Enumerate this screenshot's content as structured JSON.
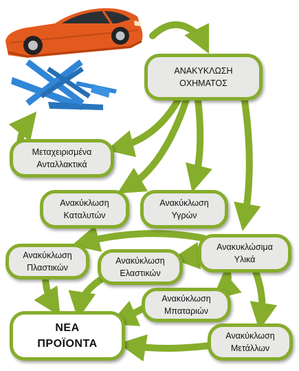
{
  "nodes": {
    "recycling": "ΑΝΑΚΥΚΛΩΣΗ\nΟΧΗΜΑΤΟΣ",
    "used_parts": "Μεταχειρισμένα\nΑνταλλακτικά",
    "catalysts": "Ανακύκλωση\nΚαταλυτών",
    "fluids": "Ανακύκλωση\nΥγρών",
    "plastics": "Ανακύκλωση\nΠλαστικών",
    "rubber": "Ανακύκλωση\nΕλαστικών",
    "recyclables": "Ανακυκλώσιμα\nΥλικά",
    "batteries": "Ανακύκλωση\nΜπαταριών",
    "new_products": "ΝΕΑ\nΠΡΟΪΟΝΤΑ",
    "metals": "Ανακύκλωση\nΜετάλλων"
  },
  "colors": {
    "arrow": "#86ad2c",
    "box_fill": "#e8e8e6",
    "car_body": "#e35a1e",
    "lift": "#2f86d6"
  }
}
